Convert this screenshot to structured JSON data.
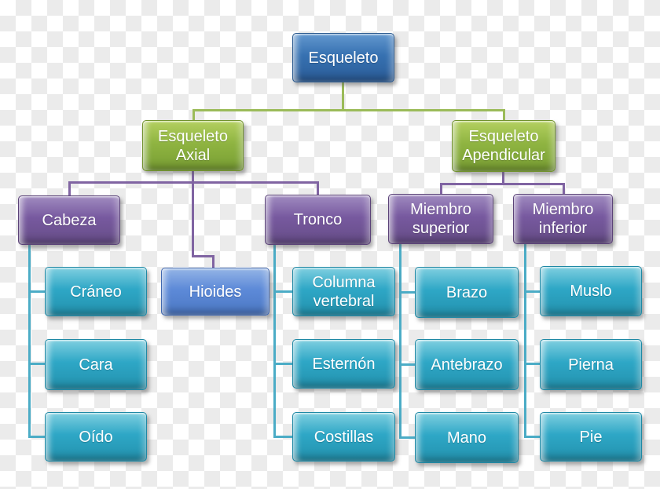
{
  "diagram": {
    "type": "org-chart",
    "language": "es",
    "background": {
      "style": "transparency-checkerboard",
      "light": "#ffffff",
      "dark": "#ebebeb"
    },
    "palette": {
      "root_blue": "#4f81bd",
      "level1_green": "#9bbb59",
      "level2_purple": "#8064a2",
      "leaf_cyan": "#4bacc6",
      "hioides_light_blue": "#5d8ad8"
    },
    "connector_colors": {
      "from_root": "#9bbb59",
      "from_level1": "#8064a2",
      "from_level2": "#4bacc6"
    },
    "nodes": {
      "esqueleto": {
        "label": "Esqueleto",
        "color": "#4f81bd",
        "parent": null
      },
      "esqueleto_axial": {
        "label": "Esqueleto Axial",
        "color": "#9bbb59",
        "parent": "esqueleto"
      },
      "esqueleto_apendicular": {
        "label": "Esqueleto Apendicular",
        "color": "#9bbb59",
        "parent": "esqueleto"
      },
      "cabeza": {
        "label": "Cabeza",
        "color": "#8064a2",
        "parent": "esqueleto_axial"
      },
      "hioides": {
        "label": "Hioides",
        "color": "#5d8ad8",
        "parent": "esqueleto_axial"
      },
      "tronco": {
        "label": "Tronco",
        "color": "#8064a2",
        "parent": "esqueleto_axial"
      },
      "miembro_superior": {
        "label": "Miembro superior",
        "color": "#8064a2",
        "parent": "esqueleto_apendicular"
      },
      "miembro_inferior": {
        "label": "Miembro inferior",
        "color": "#8064a2",
        "parent": "esqueleto_apendicular"
      },
      "craneo": {
        "label": "Cráneo",
        "color": "#4bacc6",
        "parent": "cabeza"
      },
      "cara": {
        "label": "Cara",
        "color": "#4bacc6",
        "parent": "cabeza"
      },
      "oido": {
        "label": "Oído",
        "color": "#4bacc6",
        "parent": "cabeza"
      },
      "columna_vertebral": {
        "label": "Columna vertebral",
        "color": "#4bacc6",
        "parent": "tronco"
      },
      "esternon": {
        "label": "Esternón",
        "color": "#4bacc6",
        "parent": "tronco"
      },
      "costillas": {
        "label": "Costillas",
        "color": "#4bacc6",
        "parent": "tronco"
      },
      "brazo": {
        "label": "Brazo",
        "color": "#4bacc6",
        "parent": "miembro_superior"
      },
      "antebrazo": {
        "label": "Antebrazo",
        "color": "#4bacc6",
        "parent": "miembro_superior"
      },
      "mano": {
        "label": "Mano",
        "color": "#4bacc6",
        "parent": "miembro_superior"
      },
      "muslo": {
        "label": "Muslo",
        "color": "#4bacc6",
        "parent": "miembro_inferior"
      },
      "pierna": {
        "label": "Pierna",
        "color": "#4bacc6",
        "parent": "miembro_inferior"
      },
      "pie": {
        "label": "Pie",
        "color": "#4bacc6",
        "parent": "miembro_inferior"
      }
    }
  }
}
